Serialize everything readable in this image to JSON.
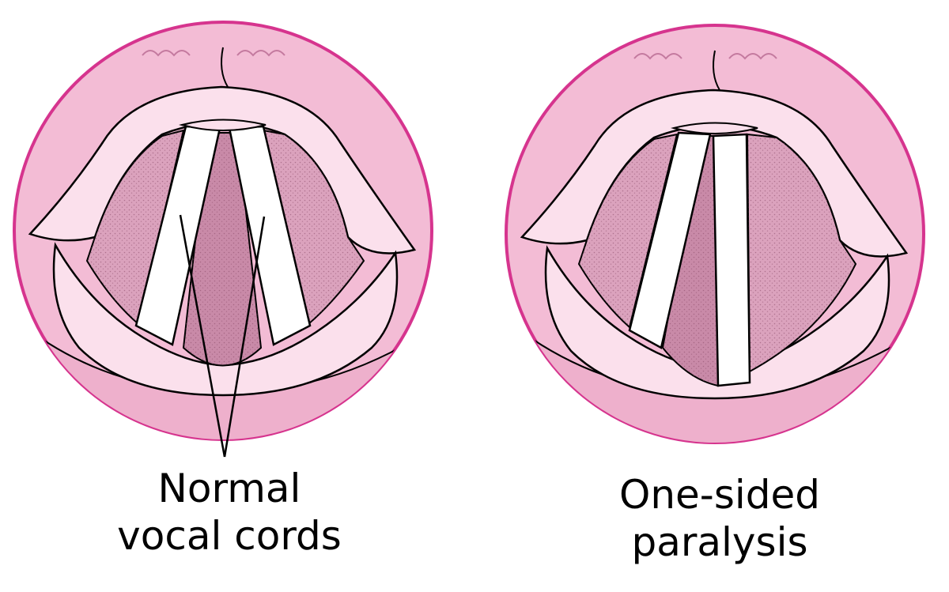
{
  "panels": [
    {
      "id": "normal",
      "caption_lines": [
        "Normal",
        "vocal cords"
      ]
    },
    {
      "id": "paralysis",
      "caption_lines": [
        "One-sided",
        "paralysis"
      ]
    }
  ],
  "colors": {
    "ring": "#d6348e",
    "background_pink": "#f3bcd5",
    "tissue_light": "#fbe0ec",
    "tissue_mid": "#dba2bd",
    "airway_dark": "#c98aa8",
    "cord_white": "#ffffff",
    "outline": "#000000"
  }
}
